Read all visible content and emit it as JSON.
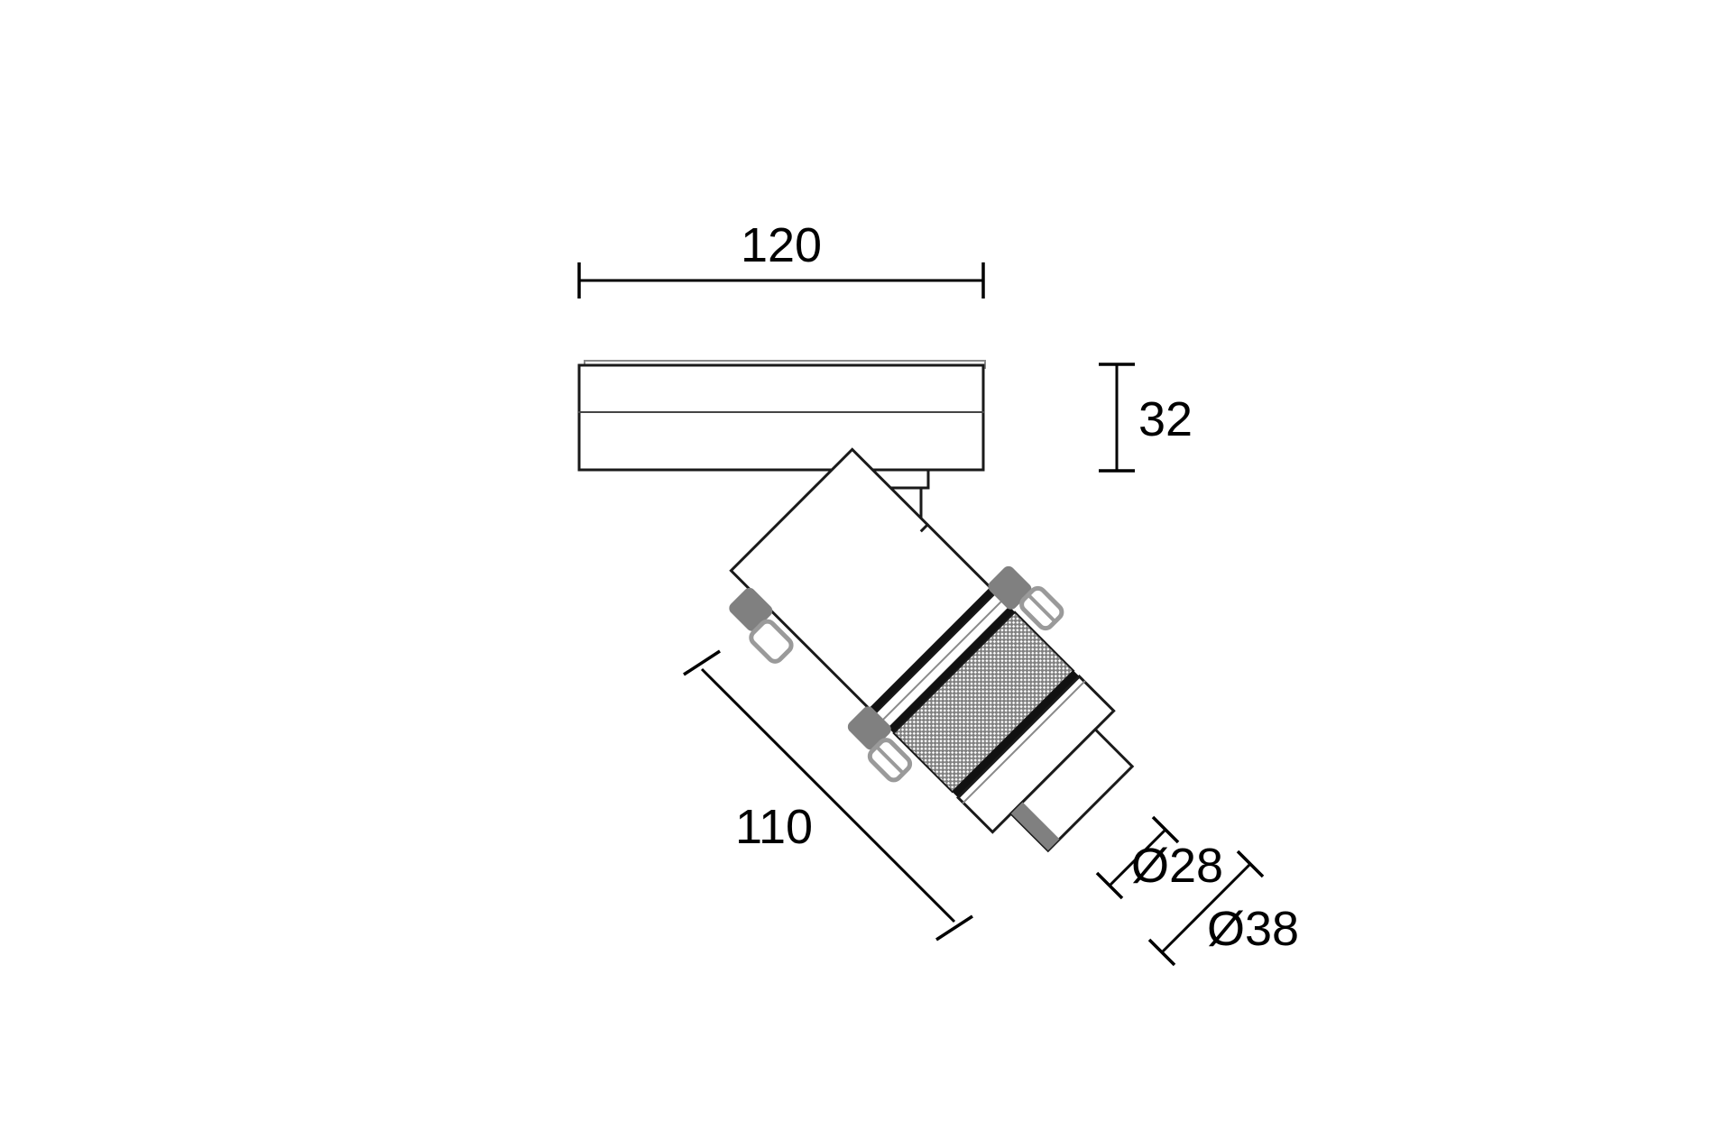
{
  "drawing": {
    "title": "Track spotlight dimensional drawing",
    "units": "mm",
    "background_color": "#ffffff",
    "line_color": "#1a1a1a",
    "text_color": "#000000",
    "accent_grey": "#808080"
  },
  "dimensions": {
    "width_overall": {
      "label": "120",
      "orientation": "horizontal",
      "position": "top"
    },
    "height_housing": {
      "label": "32",
      "orientation": "vertical",
      "position": "right"
    },
    "length_head": {
      "label": "110",
      "orientation": "diagonal",
      "position": "lower-left"
    },
    "diameter_inner": {
      "label": "Ø28",
      "orientation": "diagonal",
      "position": "lower-right"
    },
    "diameter_outer": {
      "label": "Ø38",
      "orientation": "diagonal",
      "position": "lower-right"
    }
  },
  "parts": {
    "housing": "track-mount-housing",
    "stem": "swivel-stem",
    "barrel": "cylindrical-lamp-barrel",
    "knurl": "knurled-focus-ring",
    "snout": "lens-snout",
    "screws": "locking-screws"
  }
}
